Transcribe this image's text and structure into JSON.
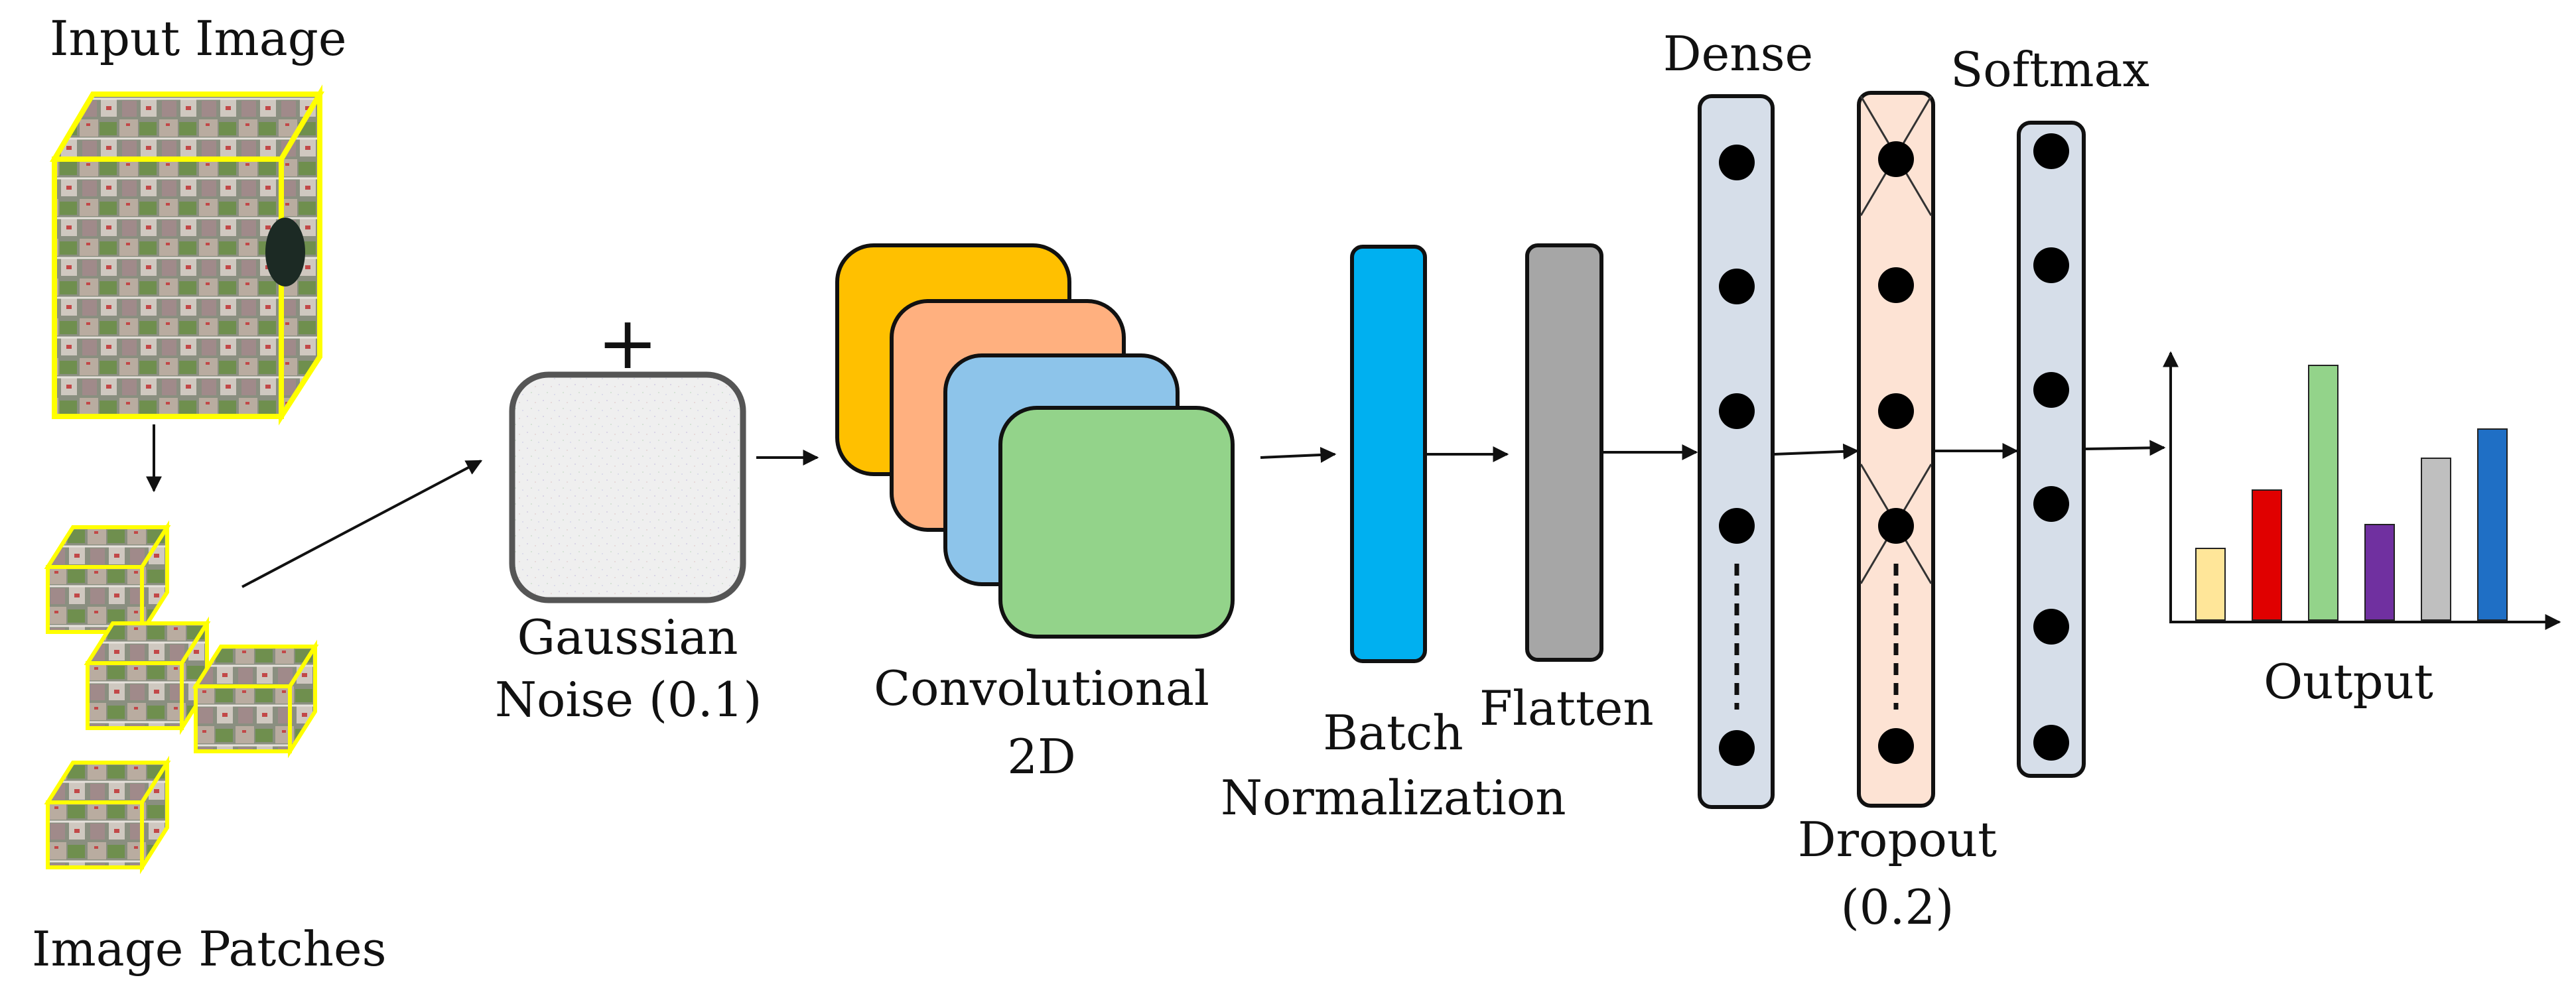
{
  "labels": {
    "input_image": "Input Image",
    "image_patches": "Image Patches",
    "gaussian_noise_line1": "Gaussian",
    "gaussian_noise_line2": "Noise (0.1)",
    "plus_sign": "+",
    "conv_line1": "Convolutional",
    "conv_line2": "2D",
    "batch_line1": "Batch",
    "batch_line2": "Normalization",
    "flatten": "Flatten",
    "dense": "Dense",
    "dropout_line1": "Dropout",
    "dropout_line2": "(0.2)",
    "softmax": "Softmax",
    "output": "Output"
  },
  "colors": {
    "conv_orange": "#FFC000",
    "conv_peach": "#FFB07F",
    "conv_blue": "#8DC4EA",
    "conv_green": "#93D38A",
    "batch_norm": "#00B0F0",
    "flatten": "#A6A6A6",
    "dense_bg": "#D6DEE9",
    "dropout_bg": "#FDE3D4",
    "softmax_bg": "#D6DEE9",
    "patch_border": "#FFFF00"
  },
  "output_bars": {
    "values": [
      0.27,
      0.49,
      0.96,
      0.36,
      0.61,
      0.72
    ],
    "colors": [
      "#FFE699",
      "#E00000",
      "#93D38A",
      "#7030A0",
      "#BFBFBF",
      "#1F6FC5"
    ]
  }
}
